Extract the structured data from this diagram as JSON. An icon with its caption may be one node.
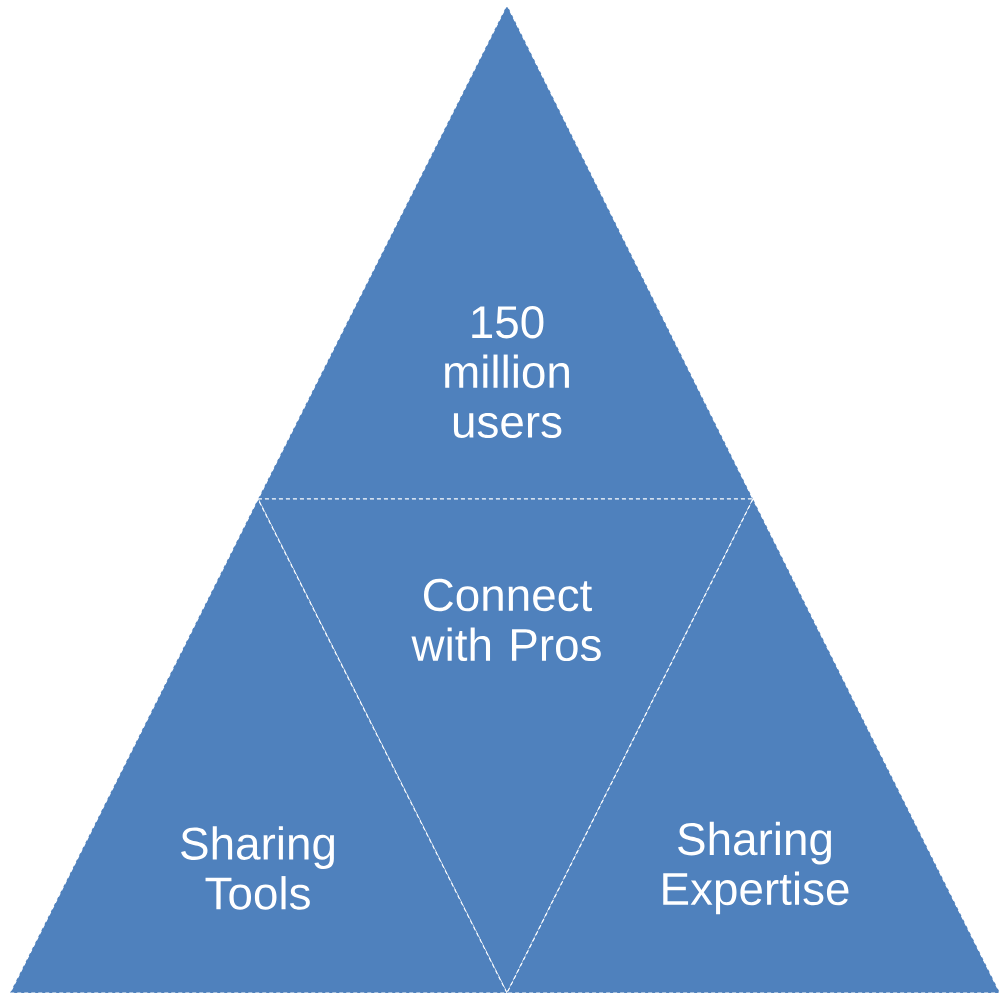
{
  "diagram": {
    "nodes": [
      {
        "text": [
          "150 million users"
        ]
      },
      {
        "text": [
          "Connect with Pros"
        ]
      },
      {
        "text": [
          "Sharing Tools"
        ]
      },
      {
        "text": [
          "Sharing Expertise"
        ]
      }
    ]
  }
}
